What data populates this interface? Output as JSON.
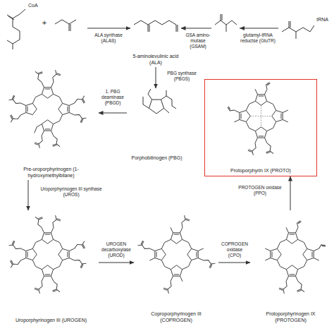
{
  "diagram": {
    "nodes": [
      {
        "text": [
          "CoA"
        ]
      },
      {
        "text": [
          "5-aminolevulinic acid (ALA)"
        ]
      },
      {
        "text": [
          "tRNA"
        ]
      },
      {
        "text": [
          "Porphobilinogen (PBG)"
        ]
      },
      {
        "text": [
          "Pre-uroporphyrinogen (1-hydroxymethylbilane)"
        ]
      },
      {
        "text": [
          "Protoporphyrin IX (PROTO)"
        ]
      },
      {
        "text": [
          "Uroporphyrinogen III (UROGEN)"
        ]
      },
      {
        "text": [
          "Coproporphyrinogen III (COPROGEN)"
        ]
      },
      {
        "text": [
          "Protoporphyrinogen IX (PROTOGEN)"
        ]
      }
    ],
    "edges": [
      {
        "from": 0,
        "to": 1,
        "arrow": "to",
        "label": "ALA synthase (ALAS)"
      },
      {
        "from": 2,
        "to": 1,
        "arrow": "to",
        "label": "glutamyl-tRNA reductse (GluTR)"
      },
      {
        "from": 1,
        "to": 3,
        "arrow": "to",
        "label": "PBG synthase (PBGS)"
      },
      {
        "from": 3,
        "to": 4,
        "arrow": "to",
        "label": "1. PBG deaminase (PBGD)"
      },
      {
        "from": 4,
        "to": 6,
        "arrow": "to",
        "label": "Uroporphyrinogen III synthase (UROS)"
      },
      {
        "from": 6,
        "to": 7,
        "arrow": "to",
        "label": "UROGEN decarboxylase (UROD)"
      },
      {
        "from": 7,
        "to": 8,
        "arrow": "to",
        "label": "COPROGEN oxidase (CPO)"
      },
      {
        "from": 8,
        "to": 5,
        "arrow": "to",
        "label": "PROTOGEN oxidase (PPO)"
      }
    ],
    "labels": [
      "+",
      "GSA amino-mutase (GSAM)"
    ]
  }
}
